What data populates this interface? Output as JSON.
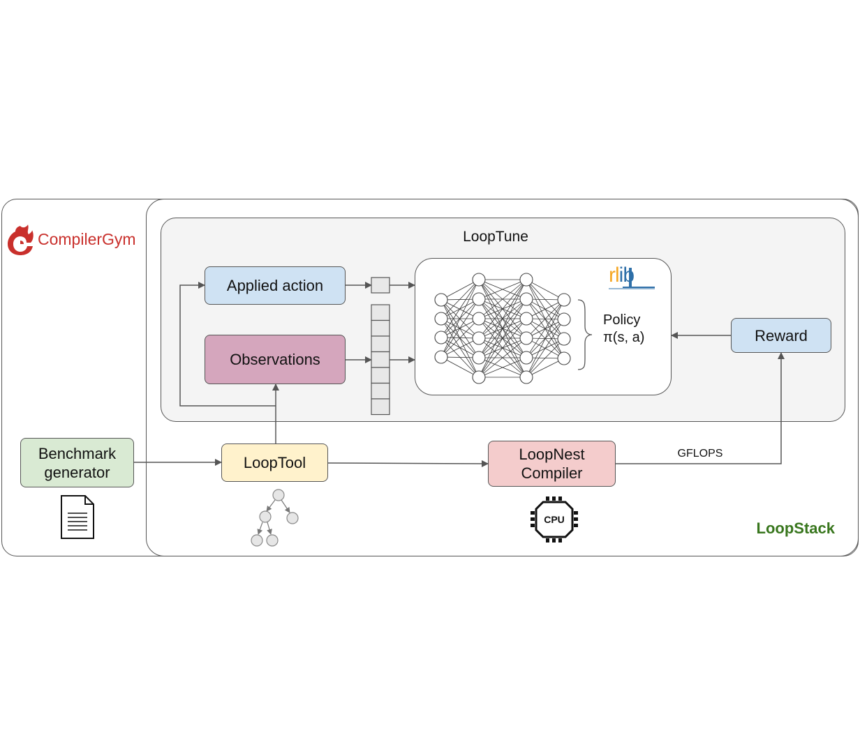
{
  "brand": {
    "compiler_gym": "CompilerGym",
    "compiler_gym_part1": "Compiler",
    "compiler_gym_part2": "Gym",
    "rllib": "rllib",
    "rllib_r": "rl",
    "rllib_ib": "ib"
  },
  "groups": {
    "looptune": "LoopTune",
    "loopstack": "LoopStack"
  },
  "nodes": {
    "applied_action": "Applied action",
    "observations": "Observations",
    "reward": "Reward",
    "benchmark_line1": "Benchmark",
    "benchmark_line2": "generator",
    "looptool": "LoopTool",
    "loopnest_line1": "LoopNest",
    "loopnest_line2": "Compiler"
  },
  "policy": {
    "line1": "Policy",
    "line2": "π(s, a)"
  },
  "edges": {
    "gflops": "GFLOPS"
  },
  "cpu_label": "CPU",
  "colors": {
    "blue_box": "#cfe2f3",
    "pink_box": "#d5a6bd",
    "green_box": "#d9ead3",
    "yellow_box": "#fff2cc",
    "red_box": "#f4cccc",
    "loopstack_text": "#38761d",
    "compilergym_red": "#c9302c"
  },
  "icons": [
    "document-icon",
    "tree-icon",
    "cpu-chip-icon",
    "neural-network-icon",
    "brace-icon",
    "compilergym-logo-icon"
  ]
}
